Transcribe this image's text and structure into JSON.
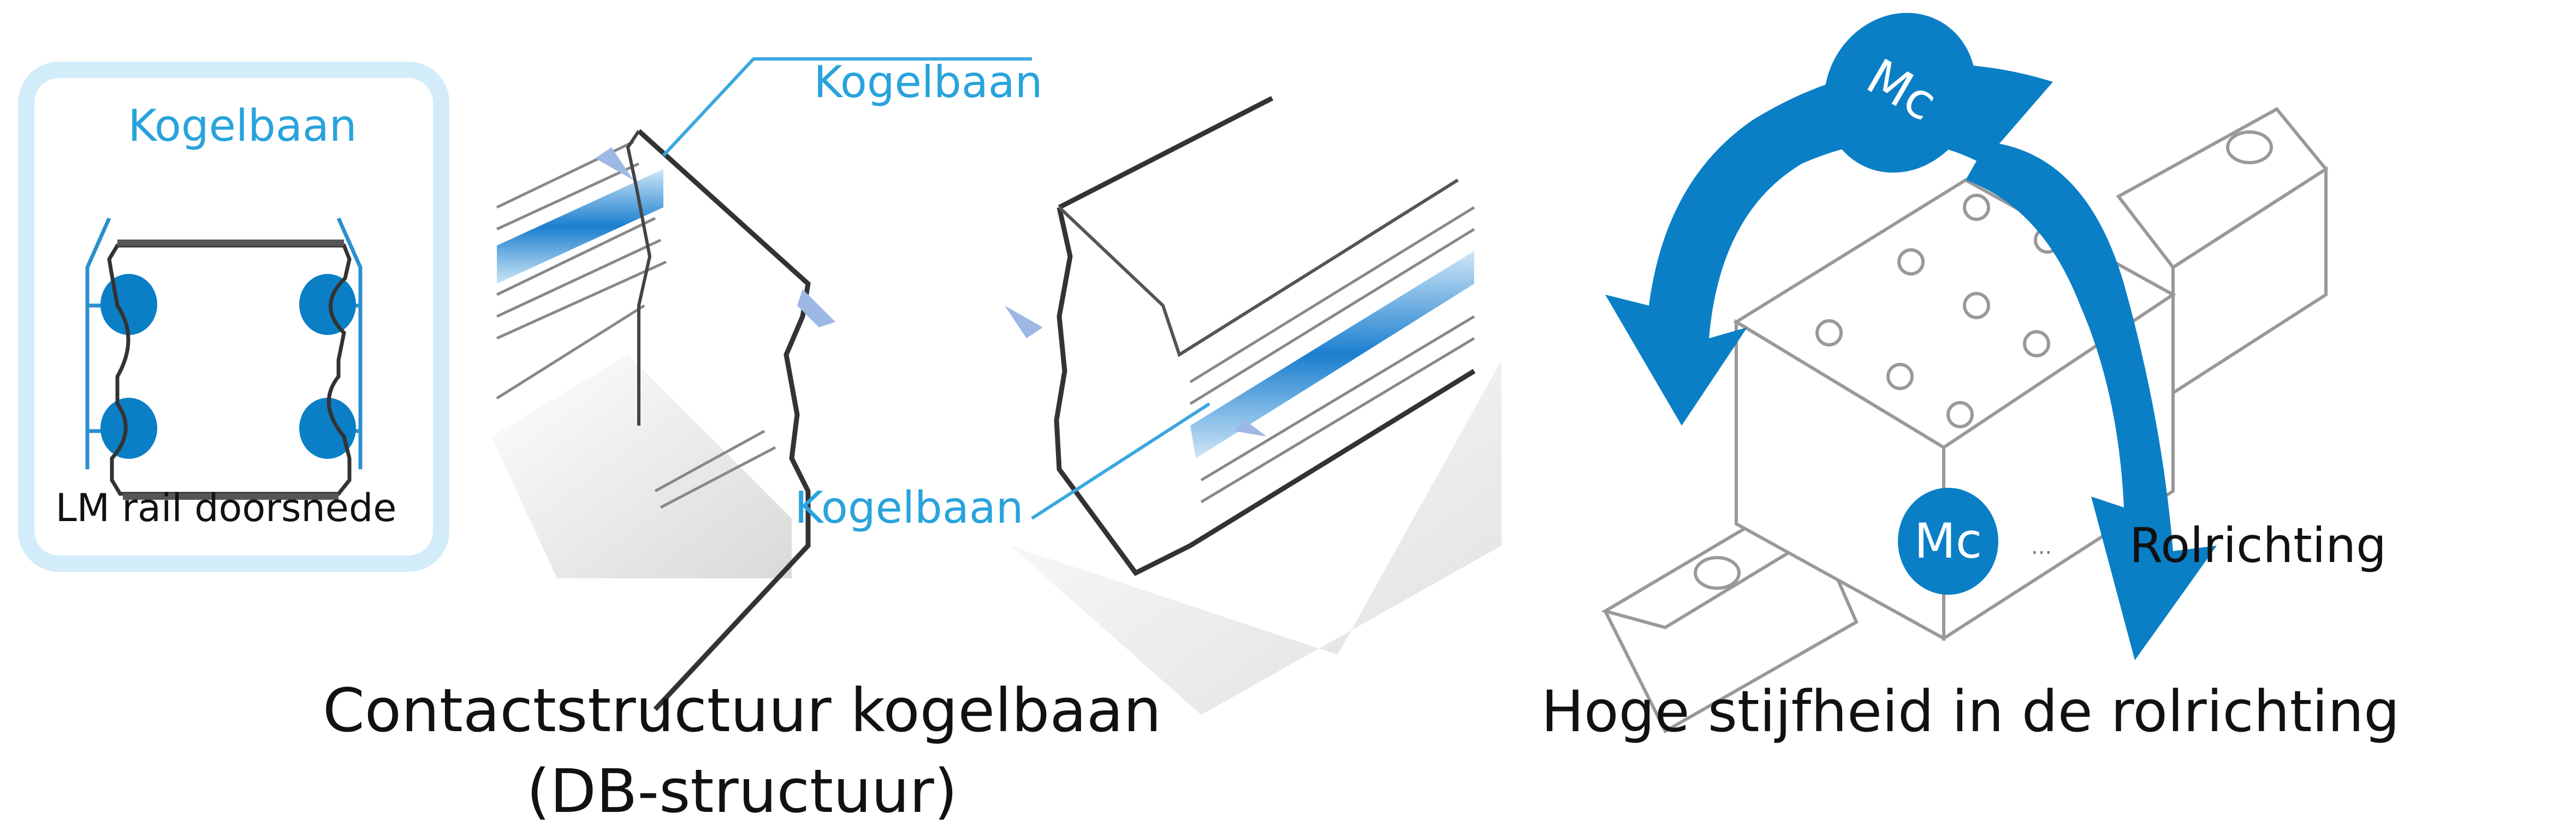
{
  "left_panel": {
    "cross_section_label": "Kogelbaan",
    "rail_label": "LM rail doorsnede",
    "top_label": "Kogelbaan",
    "bottom_label": "Kogelbaan",
    "caption_line1": "Contactstructuur kogelbaan",
    "caption_line2": "(DB-structuur)"
  },
  "right_panel": {
    "arrow_badge": "Mc",
    "legend_badge": "Mc",
    "legend_dots": "...",
    "legend_text": "Rolrichting",
    "caption": "Hoge stijfheid in de rolrichting"
  },
  "colors": {
    "accent_blue": "#0a7fc6",
    "label_blue": "#29a3dc",
    "arrow_light": "#9db8e4",
    "box_border": "#d3ecfa"
  }
}
